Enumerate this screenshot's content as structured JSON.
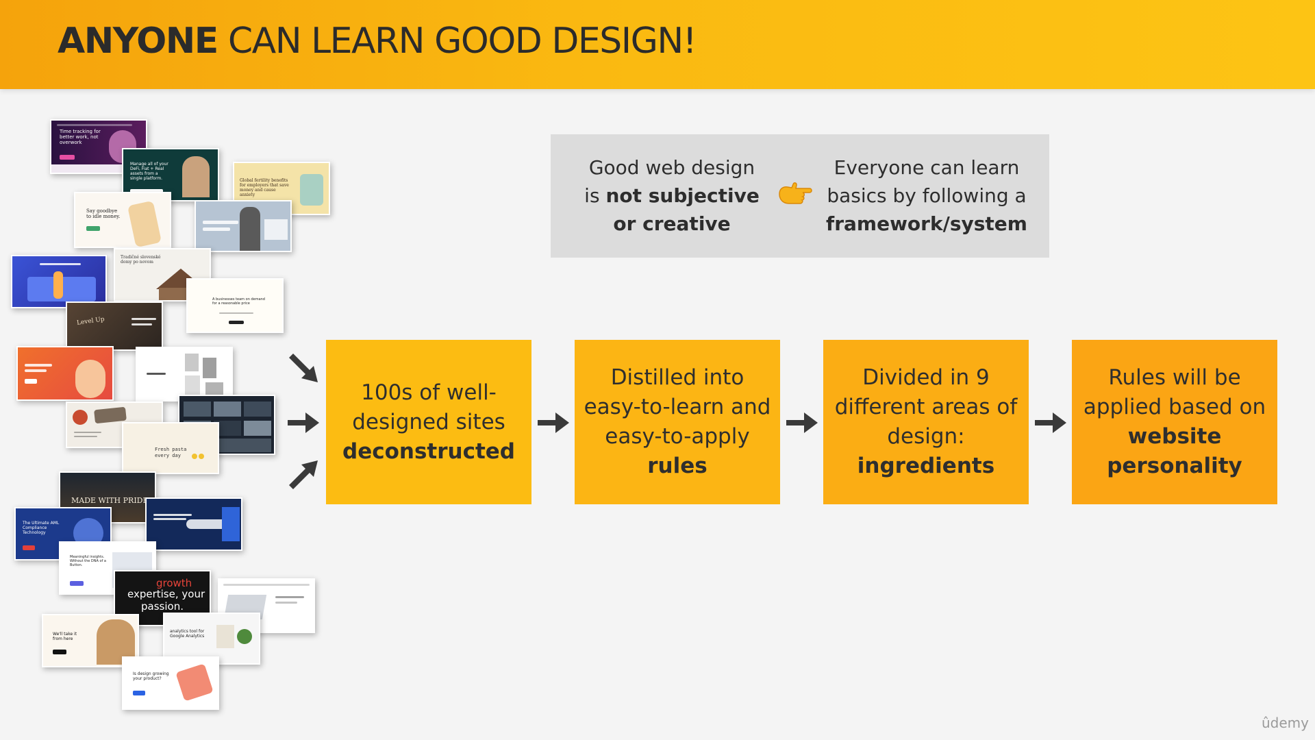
{
  "header": {
    "title_bold": "ANYONE",
    "title_rest": " CAN LEARN GOOD DESIGN!"
  },
  "info": {
    "left_line1": "Good web design",
    "left_line2_plain": "is ",
    "left_line2_bold": "not subjective",
    "left_line3_bold": "or creative",
    "right_line1": "Everyone can learn",
    "right_line2": "basics by following a",
    "right_line3_bold": "framework/system",
    "pointer_icon": "pointing-hand-icon"
  },
  "steps": [
    {
      "line1": "100s of well-",
      "line2": "designed sites",
      "bold": "deconstructed"
    },
    {
      "line1": "Distilled into",
      "line2": "easy-to-learn and",
      "line3": "easy-to-apply",
      "bold": "rules"
    },
    {
      "line1": "Divided in 9",
      "line2": "different areas of",
      "line3": "design:",
      "bold": "ingredients"
    },
    {
      "line1": "Rules will be",
      "line2": "applied based on",
      "bold1": "website",
      "bold2": "personality"
    }
  ],
  "collage": {
    "t1": "Time tracking for better work, not overwork",
    "t2": "Manage all of your DeFi, Fiat + Real assets from a single platform.",
    "t3": "Global fertility benefits for employers that save money and cause anxiety",
    "t4": "Say goodbye to idle money.",
    "t5": "Tradičné slovenské domy po novom",
    "t6": "A businesses team on demand for a reasonable price",
    "t7": "Level Up",
    "t8": "Fresh pasta every day",
    "t9": "MADE WITH PRIDE",
    "t10": "The Ultimate AML Compliance Technology",
    "t11": "Meaningful insights. Without the DNA of a Button.",
    "t12_a": "growth",
    "t12_b": "expertise, your",
    "t12_c": "passion.",
    "t13": "We'll take it from here",
    "t14": "Is design growing your product?",
    "t15": "analytics tool for Google Analytics"
  },
  "colors": {
    "accent": "#fab911",
    "header_start": "#f5a30c",
    "box_gray": "#dcdcdc",
    "step1": "#fcbc12",
    "step4": "#fba514",
    "arrow": "#3a3a3a"
  },
  "watermark": "ûdemy"
}
